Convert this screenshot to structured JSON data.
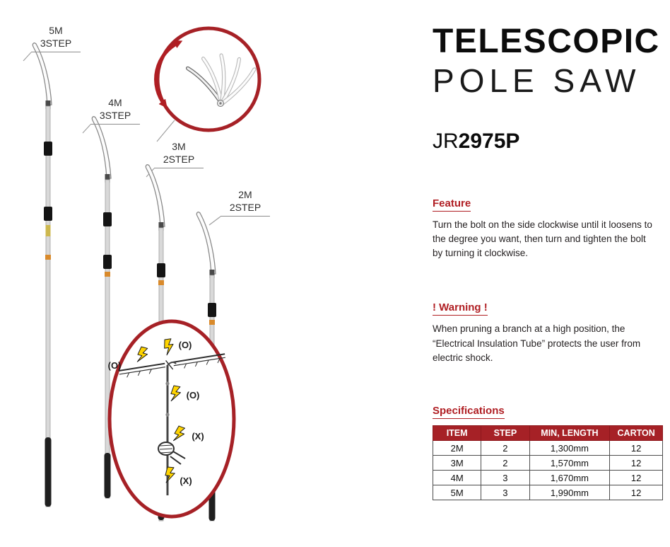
{
  "title": {
    "line1": "TELESCOPIC",
    "line2": "POLE SAW",
    "model_prefix": "JR",
    "model_bold": "2975P"
  },
  "sections": {
    "feature": {
      "heading": "Feature",
      "body": "Turn the bolt on the side clockwise until it loosens to the degree you want, then turn and tighten the bolt by turning it clockwise."
    },
    "warning": {
      "heading": "! Warning !",
      "body": "When pruning a branch at a high position, the “Electrical Insulation Tube” protects the user from electric shock."
    },
    "specifications": {
      "heading": "Specifications"
    }
  },
  "spec_table": {
    "columns": [
      "ITEM",
      "STEP",
      "MIN, LENGTH",
      "CARTON"
    ],
    "rows": [
      [
        "2M",
        "2",
        "1,300mm",
        "12"
      ],
      [
        "3M",
        "2",
        "1,570mm",
        "12"
      ],
      [
        "4M",
        "3",
        "1,670mm",
        "12"
      ],
      [
        "5M",
        "3",
        "1,990mm",
        "12"
      ]
    ]
  },
  "callouts": [
    {
      "size": "5M",
      "step": "3STEP"
    },
    {
      "size": "4M",
      "step": "3STEP"
    },
    {
      "size": "3M",
      "step": "2STEP"
    },
    {
      "size": "2M",
      "step": "2STEP"
    }
  ],
  "insets": {
    "electric": {
      "o_left": "(O)",
      "o_top": "(O)",
      "o_mid": "(O)",
      "x_hand": "(X)",
      "x_bottom": "(X)"
    }
  },
  "colors": {
    "accent": "#b01e23",
    "table_header": "#a62126"
  }
}
